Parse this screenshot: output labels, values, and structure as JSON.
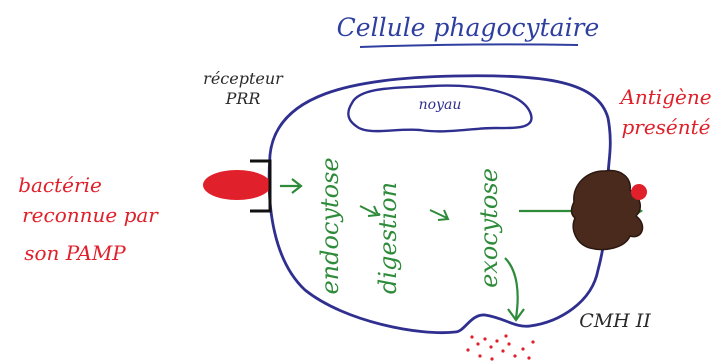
{
  "title": "Cellule phagocytaire",
  "labels": {
    "receptor_line1": "récepteur",
    "receptor_line2": "PRR",
    "nucleus": "noyau",
    "antigen_line1": "Antigène",
    "antigen_line2": "presénté",
    "bacteria_line1": "bactérie",
    "bacteria_line2": "reconnue par",
    "bacteria_line3": "son PAMP",
    "mhc": "CMH II"
  },
  "steps": [
    "endocytose",
    "digestion",
    "exocytose"
  ],
  "colors": {
    "cell_membrane": "#2f2f8f",
    "title": "#2f3fa0",
    "pathway": "#2e8b3a",
    "bacteria": "#e0202a",
    "mhc_complex": "#4b2a1e",
    "receptor": "#111111",
    "annotation": "#2a2a2a"
  }
}
